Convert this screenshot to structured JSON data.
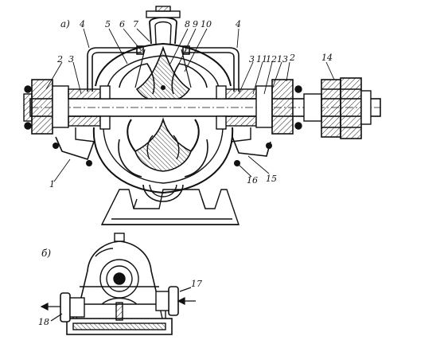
{
  "figure": {
    "panel_a_label": "а)",
    "panel_b_label": "б)",
    "callouts": [
      {
        "id": "c1",
        "text": "1"
      },
      {
        "id": "c2l",
        "text": "2"
      },
      {
        "id": "c3l",
        "text": "3"
      },
      {
        "id": "c4l",
        "text": "4"
      },
      {
        "id": "c5",
        "text": "5"
      },
      {
        "id": "c6",
        "text": "6"
      },
      {
        "id": "c7",
        "text": "7"
      },
      {
        "id": "c8",
        "text": "8"
      },
      {
        "id": "c9",
        "text": "9"
      },
      {
        "id": "c10",
        "text": "10"
      },
      {
        "id": "c4r",
        "text": "4"
      },
      {
        "id": "c3r",
        "text": "3"
      },
      {
        "id": "c11",
        "text": "11"
      },
      {
        "id": "c12",
        "text": "12"
      },
      {
        "id": "c13",
        "text": "13"
      },
      {
        "id": "c2r",
        "text": "2"
      },
      {
        "id": "c14",
        "text": "14"
      },
      {
        "id": "c15",
        "text": "15"
      },
      {
        "id": "c16",
        "text": "16"
      },
      {
        "id": "c17",
        "text": "17"
      },
      {
        "id": "c18",
        "text": "18"
      }
    ]
  }
}
